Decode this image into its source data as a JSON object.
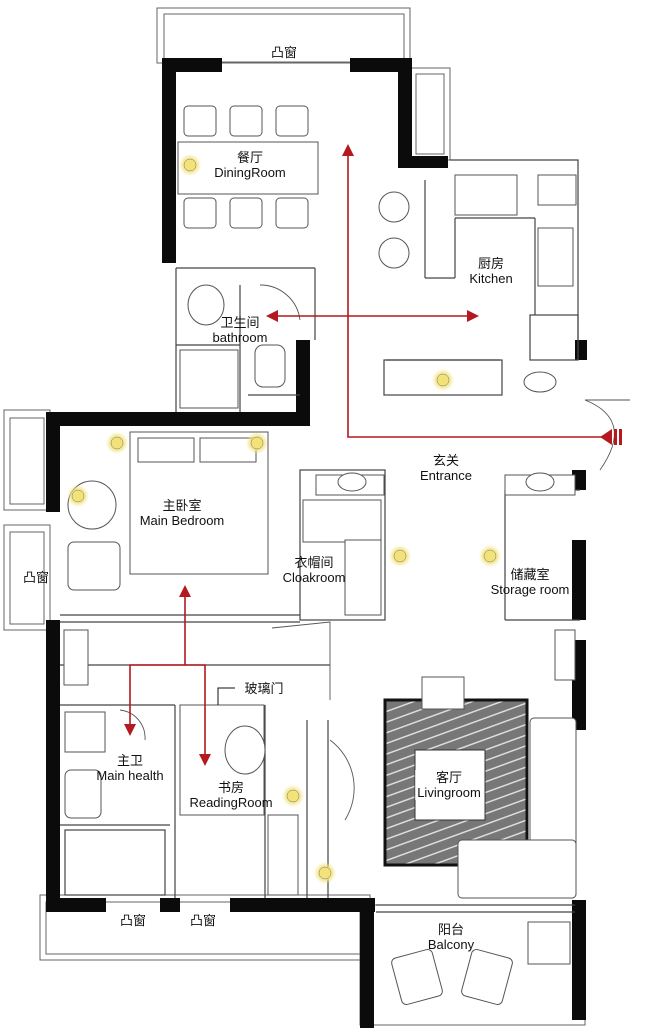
{
  "colors": {
    "wall": "#0b0b0b",
    "circulation": "#b3191f",
    "lamp": "#f3e27a",
    "furniture": "#555555"
  },
  "icons": [
    "lamp-icon",
    "entry-arrow-icon",
    "circulation-arrow-icon"
  ],
  "rooms": {
    "dining": {
      "cn": "餐厅",
      "en": "DiningRoom"
    },
    "kitchen": {
      "cn": "厨房",
      "en": "Kitchen"
    },
    "bathroom": {
      "cn": "卫生间",
      "en": "bathroom"
    },
    "entrance": {
      "cn": "玄关",
      "en": "Entrance"
    },
    "master_bedroom": {
      "cn": "主卧室",
      "en": "Main  Bedroom"
    },
    "cloakroom": {
      "cn": "衣帽间",
      "en": "Cloakroom"
    },
    "storage": {
      "cn": "储藏室",
      "en": "Storage room"
    },
    "glass_door": {
      "cn": "玻璃门"
    },
    "master_bath": {
      "cn": "主卫",
      "en": "Main health"
    },
    "study": {
      "cn": "书房",
      "en": "ReadingRoom"
    },
    "living": {
      "cn": "客厅",
      "en": "Livingroom"
    },
    "balcony": {
      "cn": "阳台",
      "en": "Balcony"
    }
  },
  "bay_windows": {
    "top": "凸窗",
    "left": "凸窗",
    "bottom_left": "凸窗",
    "bottom_mid": "凸窗"
  }
}
